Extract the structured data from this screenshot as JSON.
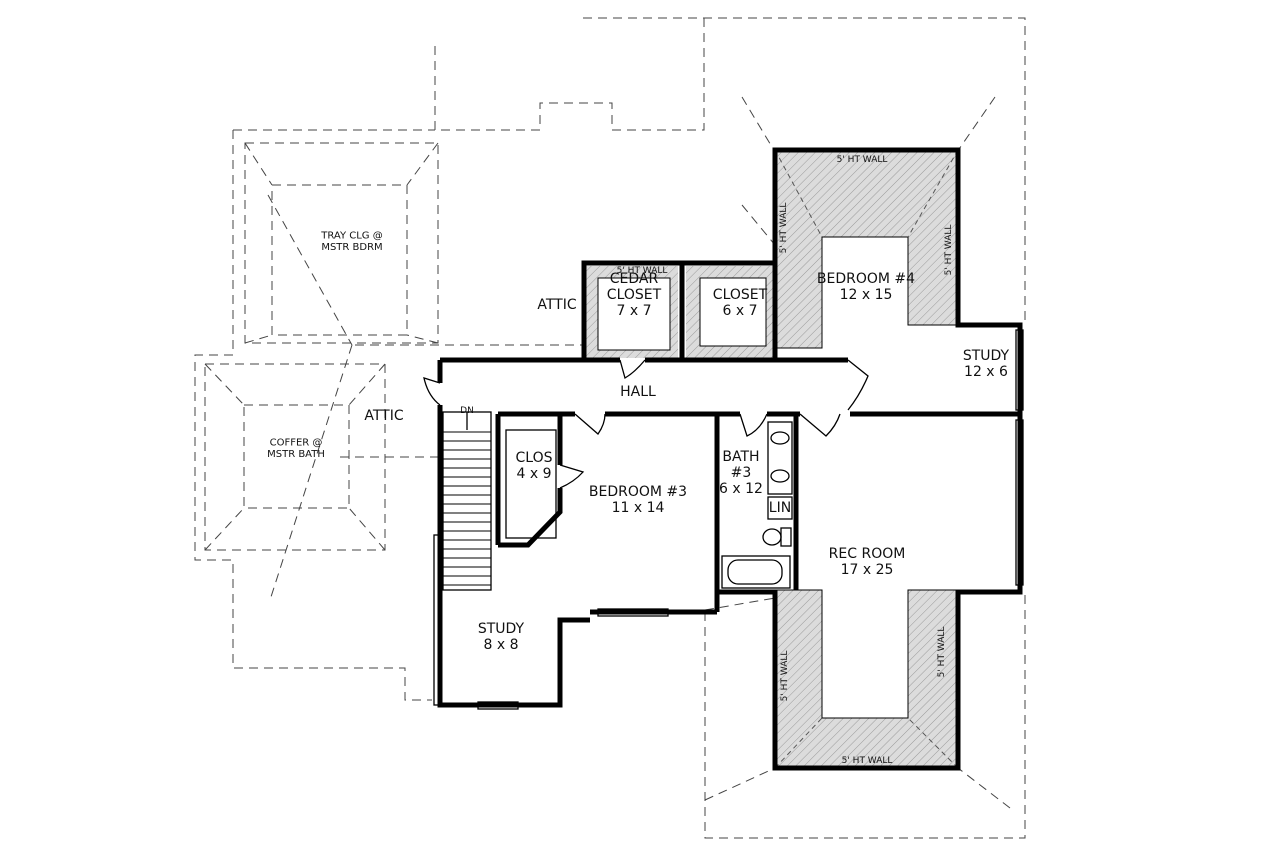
{
  "rooms": {
    "tray_ceiling": "TRAY CLG @\nMSTR BDRM",
    "coffer": "COFFER @\nMSTR BATH",
    "attic_upper": "ATTIC",
    "attic_lower": "ATTIC",
    "cedar_closet": "CEDAR\nCLOSET\n7 x 7",
    "closet": "CLOSET\n6 x 7",
    "bedroom4": "BEDROOM #4\n12 x 15",
    "study_right": "STUDY\n12 x 6",
    "hall": "HALL",
    "dn": "DN",
    "clos": "CLOS\n4 x 9",
    "bedroom3": "BEDROOM #3\n11 x 14",
    "bath3": "BATH\n#3\n6 x 12",
    "lin": "LIN",
    "rec_room": "REC ROOM\n17 x 25",
    "study_left": "STUDY\n8 x 8"
  },
  "wall_notes": {
    "ht_top_bed4": "5' HT WALL",
    "ht_left_bed4": "5' HT WALL",
    "ht_right_bed4": "5' HT WALL",
    "ht_closets": "5' HT WALL",
    "ht_rec_left": "5' HT WALL",
    "ht_rec_right": "5' HT WALL",
    "ht_rec_bottom": "5' HT WALL"
  },
  "colors": {
    "wall": "#000000",
    "hatch": "#d9d9d9",
    "dashed": "#444444"
  }
}
